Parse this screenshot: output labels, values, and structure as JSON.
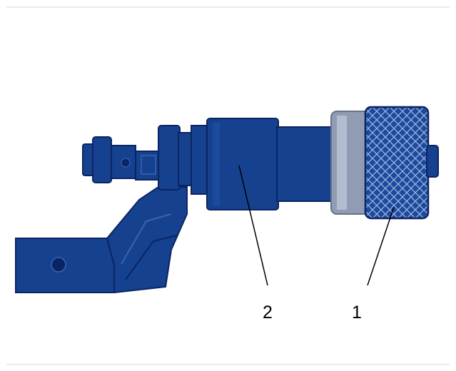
{
  "callouts": [
    {
      "id": "1",
      "label": "1"
    },
    {
      "id": "2",
      "label": "2"
    }
  ],
  "colors": {
    "body": "#15418e",
    "body_dark": "#0b2463",
    "body_light": "#3a64b3",
    "ring": "#8f9cb4",
    "ring_light": "#b3bdd0",
    "frame": "#d6d6d6",
    "leader": "#000000"
  }
}
